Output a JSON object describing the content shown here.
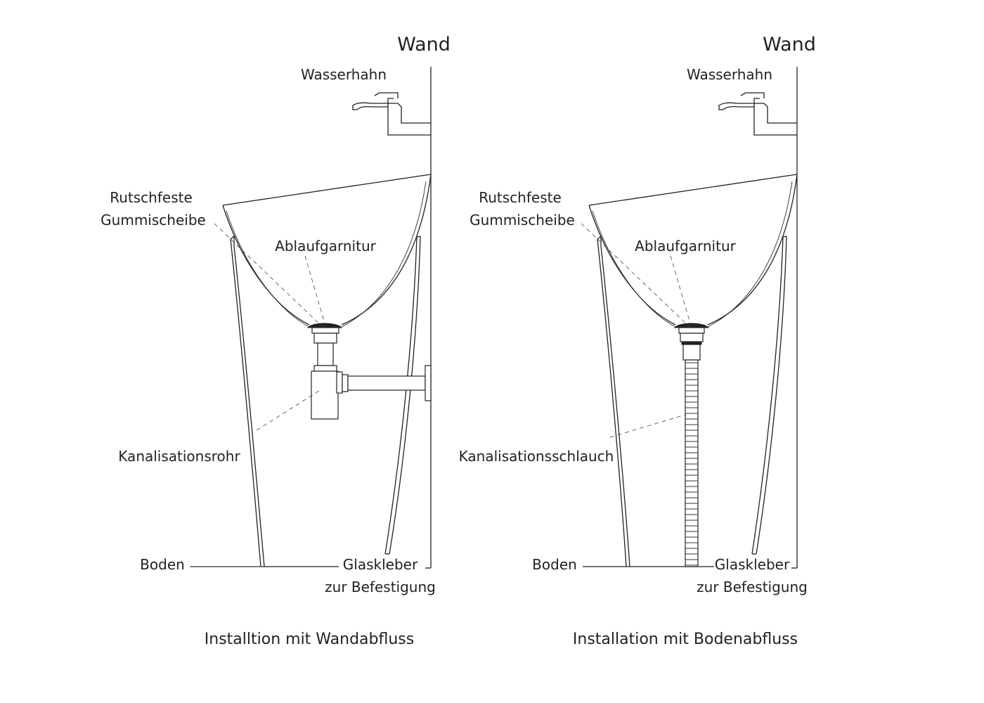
{
  "left": {
    "wall": "Wand",
    "faucet": "Wasserhahn",
    "pad_line1": "Rutschfeste",
    "pad_line2": "Gummischeibe",
    "drain": "Ablaufgarnitur",
    "pipe": "Kanalisationsrohr",
    "floor": "Boden",
    "glue_line1": "Glaskleber",
    "glue_line2": "zur Befestigung",
    "caption": "Installtion mit Wandabfluss"
  },
  "right": {
    "wall": "Wand",
    "faucet": "Wasserhahn",
    "pad_line1": "Rutschfeste",
    "pad_line2": "Gummischeibe",
    "drain": "Ablaufgarnitur",
    "hose": "Kanalisationsschlauch",
    "floor": "Boden",
    "glue_line1": "Glaskleber",
    "glue_line2": "zur Befestigung",
    "caption": "Installation mit Bodenabfluss"
  }
}
